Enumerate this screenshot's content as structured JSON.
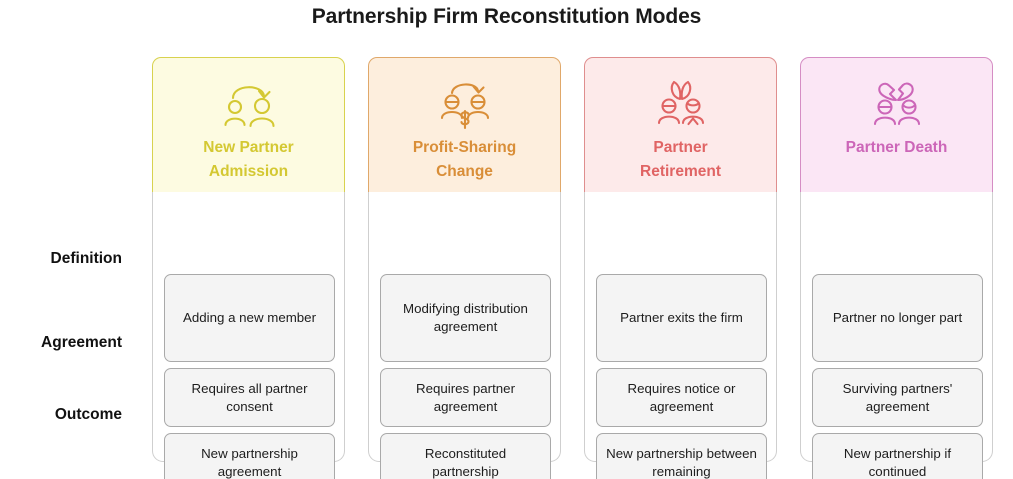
{
  "title": "Partnership Firm Reconstitution Modes",
  "row_labels": [
    "Definition",
    "Agreement",
    "Outcome"
  ],
  "columns": [
    {
      "title_line1": "New Partner",
      "title_line2": "Admission",
      "icon": "two-people-incoming-arrow-icon",
      "bg": "#fdfbe1",
      "border": "#d8d24e",
      "accent": "#d4c832",
      "cells": [
        "Adding a new member",
        "Requires all partner consent",
        "New partnership agreement"
      ]
    },
    {
      "title_line1": "Profit-Sharing",
      "title_line2": "Change",
      "icon": "two-people-dollar-exchange-icon",
      "bg": "#fdeedd",
      "border": "#e0a86a",
      "accent": "#d98e38",
      "cells": [
        "Modifying distribution agreement",
        "Requires partner agreement",
        "Reconstituted partnership"
      ]
    },
    {
      "title_line1": "Partner",
      "title_line2": "Retirement",
      "icon": "two-people-leaves-icon",
      "bg": "#fdeaea",
      "border": "#df8e8e",
      "accent": "#e06464",
      "cells": [
        "Partner exits the firm",
        "Requires notice or agreement",
        "New partnership between remaining"
      ]
    },
    {
      "title_line1": "Partner Death",
      "title_line2": "",
      "icon": "two-people-broken-heart-icon",
      "bg": "#fbe6f5",
      "border": "#d58dc4",
      "accent": "#cc66b8",
      "cells": [
        "Partner no longer part",
        "Surviving partners' agreement",
        "New partnership if continued"
      ]
    }
  ]
}
